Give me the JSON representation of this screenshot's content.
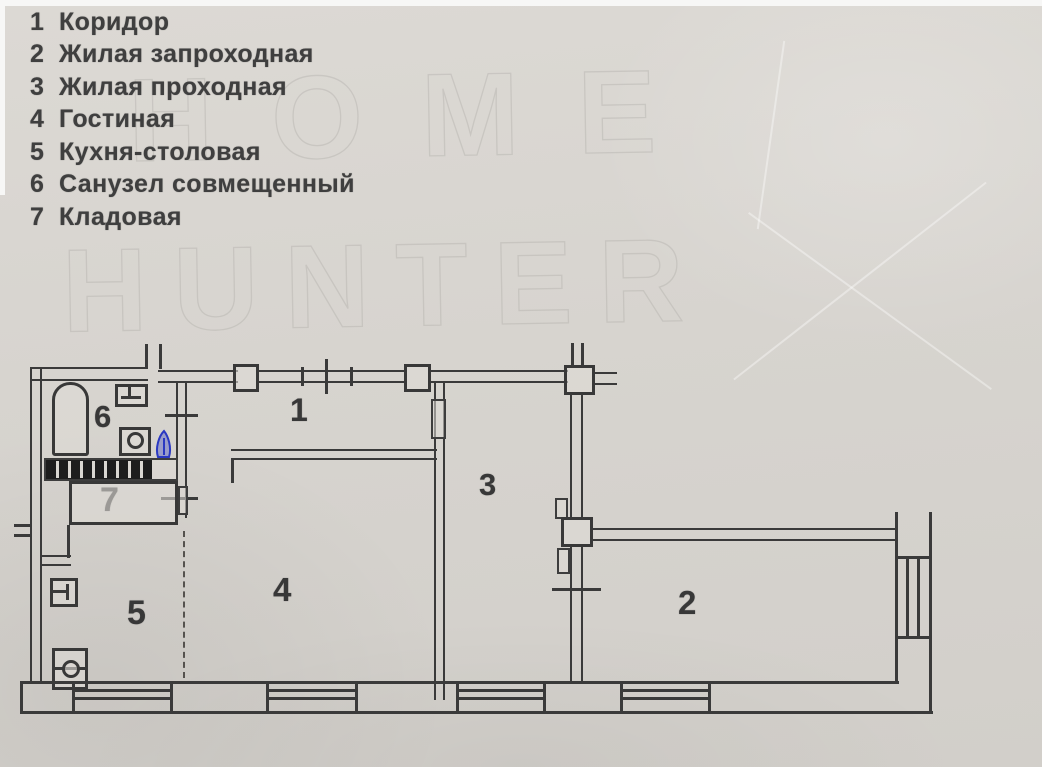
{
  "legend": {
    "items": [
      {
        "num": "1",
        "label": "Коридор"
      },
      {
        "num": "2",
        "label": "Жилая запроходная"
      },
      {
        "num": "3",
        "label": "Жилая проходная"
      },
      {
        "num": "4",
        "label": "Гостиная"
      },
      {
        "num": "5",
        "label": "Кухня-столовая"
      },
      {
        "num": "6",
        "label": "Санузел совмещенный"
      },
      {
        "num": "7",
        "label": "Кладовая"
      }
    ]
  },
  "plan": {
    "room_labels": {
      "corridor": "1",
      "living_through": "2",
      "living_pass": "3",
      "living_room": "4",
      "kitchen": "5",
      "bathroom": "6",
      "storage": "7"
    }
  },
  "watermark": {
    "line1": "HOME",
    "line2": "HUNTER"
  },
  "colors": {
    "ink": "#3a3a3a",
    "paper": "#d7d4cf",
    "pen_mark": "#2a38c2"
  }
}
